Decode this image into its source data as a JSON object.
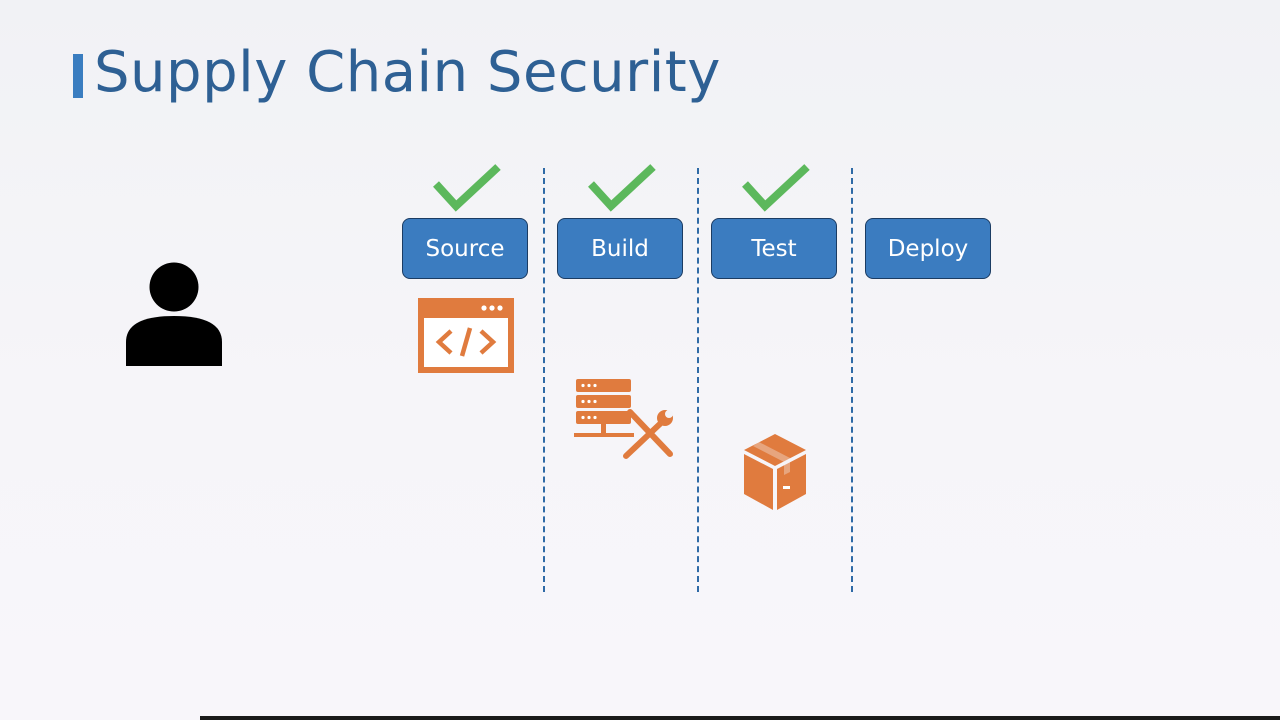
{
  "title": "Supply Chain Security",
  "stages": [
    {
      "label": "Source",
      "checked": true
    },
    {
      "label": "Build",
      "checked": true
    },
    {
      "label": "Test",
      "checked": true
    },
    {
      "label": "Deploy",
      "checked": false
    }
  ],
  "icons": {
    "person": "person-icon",
    "source": "code-window-icon",
    "build": "server-tools-icon",
    "test": "package-box-icon",
    "check": "checkmark-icon"
  },
  "colors": {
    "title": "#2e6094",
    "accent_bar": "#3a7dc0",
    "stage_fill": "#3b7cc0",
    "stage_border": "#1b3c63",
    "check": "#5cb85c",
    "icon_orange": "#e07b3e",
    "divider": "#2f6aa6"
  }
}
